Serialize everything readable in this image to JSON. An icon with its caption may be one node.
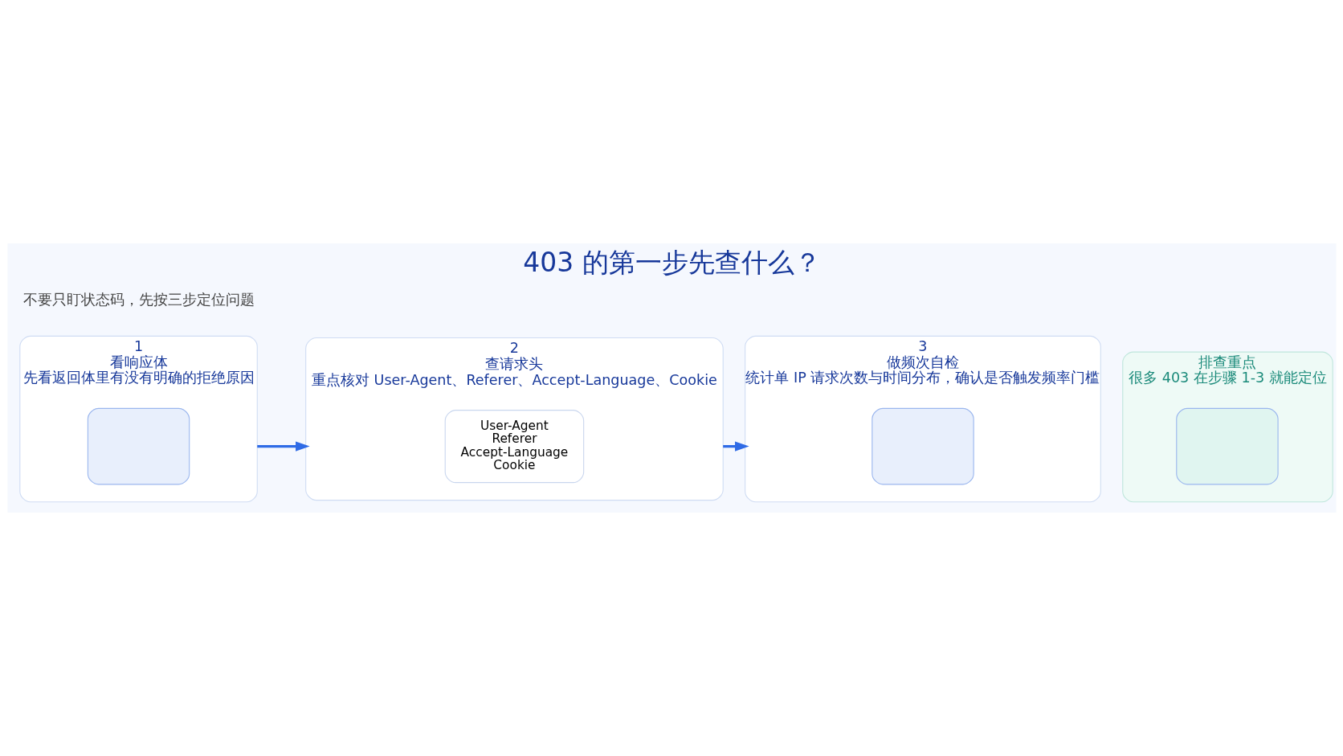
{
  "diagram": {
    "title": "403 的第一步先查什么？",
    "nodes": [
      {
        "text": [
          "1",
          "看响应体",
          "先看返回体里有没有明确的拒绝原因"
        ]
      },
      {
        "text": [],
        "shape": "box",
        "in": 0
      },
      {
        "text": [
          "2",
          "查请求头",
          "重点核对 User-Agent、Referer、Accept-Language、Cookie"
        ]
      },
      {
        "text": [
          "User-Agent",
          "Referer",
          "Accept-Language",
          "Cookie"
        ],
        "in": 2
      },
      {
        "text": [
          "3",
          "做频次自检",
          "统计单 IP 请求次数与时间分布，确认是否触发频率门槛"
        ]
      },
      {
        "text": [],
        "shape": "box",
        "in": 4
      },
      {
        "text": [
          "排查重点",
          "很多 403 在步骤 1-3 就能定位"
        ]
      },
      {
        "text": [],
        "shape": "box",
        "in": 6
      }
    ],
    "edges": [
      {
        "from": 0,
        "to": 2,
        "arrow": "to"
      },
      {
        "from": 2,
        "to": 4,
        "arrow": "to"
      }
    ],
    "labels": [
      "不要只盯状态码，先按三步定位问题"
    ]
  }
}
